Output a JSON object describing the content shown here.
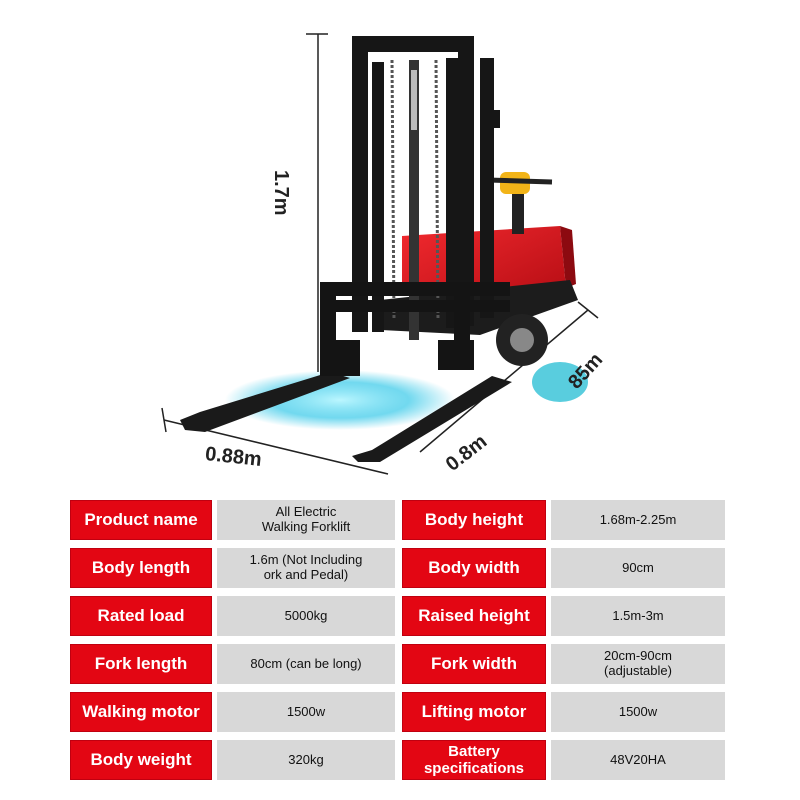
{
  "dimensions": {
    "height": "1.7m",
    "width": "0.88m",
    "fork": "0.8m",
    "side": "85m"
  },
  "colors": {
    "frame": "#151515",
    "body": "#e0121c",
    "light": "#35c8e8",
    "label_bg": "#e30613",
    "value_bg": "#d8d8d8"
  },
  "specs": {
    "rows": [
      {
        "label1": "Product name",
        "value1": "All Electric\nWalking Forklift",
        "label2": "Body height",
        "value2": "1.68m-2.25m"
      },
      {
        "label1": "Body length",
        "value1": "1.6m (Not Including\nork and Pedal)",
        "label2": "Body width",
        "value2": "90cm"
      },
      {
        "label1": "Rated load",
        "value1": "5000kg",
        "label2": "Raised height",
        "value2": "1.5m-3m"
      },
      {
        "label1": "Fork length",
        "value1": "80cm (can be long)",
        "label2": "Fork width",
        "value2": "20cm-90cm\n(adjustable)"
      },
      {
        "label1": "Walking motor",
        "value1": "1500w",
        "label2": "Lifting motor",
        "value2": "1500w"
      },
      {
        "label1": "Body weight",
        "value1": "320kg",
        "label2": "Battery\nspecifications",
        "value2": "48V20HA"
      }
    ]
  }
}
